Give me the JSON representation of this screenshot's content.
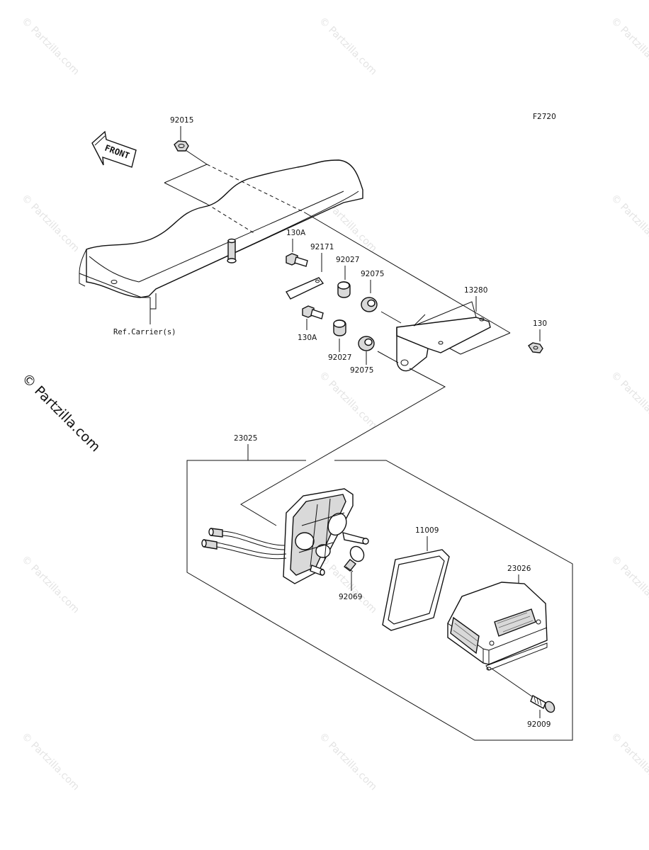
{
  "diagram": {
    "figure_code": "F2720",
    "front_label": "FRONT",
    "reference": "Ref.Carrier(s)",
    "side_copyright": "© Partzilla.com",
    "watermark": "© Partzilla.com",
    "part_numbers": {
      "p92015": "92015",
      "p130A_top": "130A",
      "p92171": "92171",
      "p92027_top": "92027",
      "p92075_top": "92075",
      "p13280": "13280",
      "p130": "130",
      "p130A_bottom": "130A",
      "p92027_bottom": "92027",
      "p92075_bottom": "92075",
      "p23025": "23025",
      "p11009": "11009",
      "p23026": "23026",
      "p92069": "92069",
      "p92009": "92009"
    }
  }
}
